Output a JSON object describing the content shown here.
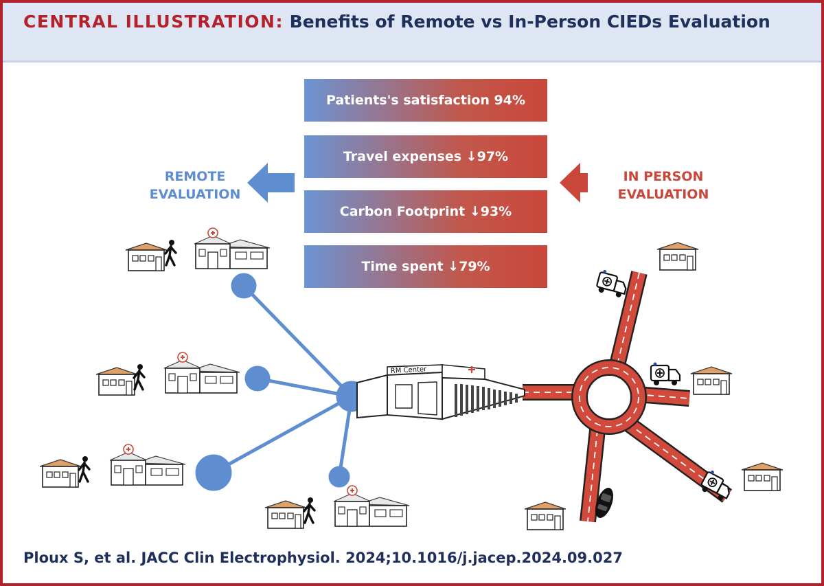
{
  "header": {
    "label": "CENTRAL ILLUSTRATION:",
    "title": "Benefits of Remote vs In-Person CIEDs Evaluation"
  },
  "metrics": [
    "Patients's satisfaction 94%",
    "Travel expenses ↓97%",
    "Carbon Footprint ↓93%",
    "Time spent ↓79%"
  ],
  "remote_label": {
    "line1": "REMOTE",
    "line2": "EVALUATION"
  },
  "inperson_label": {
    "line1": "IN PERSON",
    "line2": "EVALUATION"
  },
  "center_sign": "RM Center",
  "citation": "Ploux S, et al. JACC Clin Electrophysiol. 2024;10.1016/j.jacep.2024.09.027",
  "colors": {
    "brand_red": "#b3212b",
    "navy": "#1f2f5b",
    "remote_blue": "#5f8ed0",
    "inperson_red": "#c9473a",
    "header_bg": "#dde6f2",
    "road": "#d24a3c"
  },
  "icons": [
    "left-arrow-icon",
    "house-icon",
    "clinic-icon",
    "walking-person-icon",
    "ambulance-icon",
    "car-icon",
    "rm-center-building-icon",
    "roundabout-road-icon"
  ]
}
